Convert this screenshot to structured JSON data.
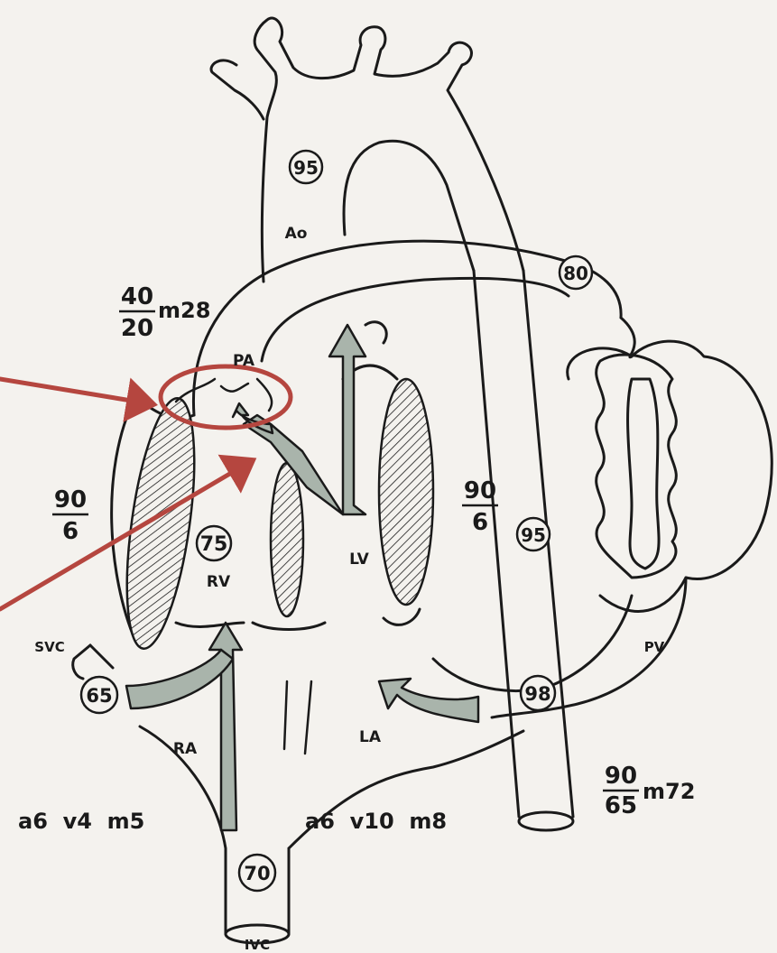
{
  "labels": {
    "ao": "Ao",
    "pa": "PA",
    "rv": "RV",
    "lv": "LV",
    "ra": "RA",
    "la": "LA",
    "svc": "SVC",
    "ivc": "IVC",
    "pv": "PV"
  },
  "saturations": {
    "ao": "95",
    "pv_branch": "80",
    "rv": "75",
    "desc_ao": "95",
    "svc": "65",
    "pv": "98",
    "ivc": "70"
  },
  "pressures": {
    "pa_num": "40",
    "pa_den": "20",
    "pa_mean": "m28",
    "rv_num": "90",
    "rv_den": "6",
    "lv_num": "90",
    "lv_den": "6",
    "ao_num": "90",
    "ao_den": "65",
    "ao_mean": "m72",
    "ra_line": "a6  v4  m5",
    "la_line": "a6  v10  m8"
  },
  "annotation_color": "#b5463f"
}
